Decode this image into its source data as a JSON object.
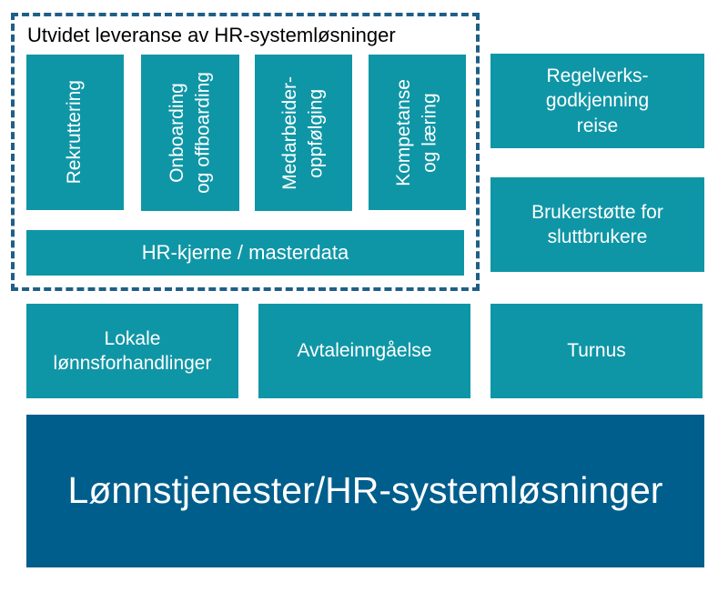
{
  "scope": {
    "title": "Utvidet leveranse av HR-systemløsninger"
  },
  "modules": {
    "rekruttering": "Rekruttering",
    "onboarding": "Onboarding\nog offboarding",
    "medarbeider": "Medarbeider-\noppfølging",
    "kompetanse": "Kompetanse\nog læring",
    "hr_kjerne": "HR-kjerne / masterdata"
  },
  "right_column": {
    "regelverk": "Regelverks-\ngodkjenning\nreise",
    "brukerstotte": "Brukerstøtte for\nsluttbrukere"
  },
  "middle_row": {
    "lokale": "Lokale\nlønnsforhandlinger",
    "avtale": "Avtaleinngåelse",
    "turnus": "Turnus"
  },
  "foundation": {
    "label": "Lønnstjenester/HR-systemløsninger"
  },
  "colors": {
    "teal": "#0f96a6",
    "navy": "#005e8c",
    "dash": "#1f5f87"
  }
}
